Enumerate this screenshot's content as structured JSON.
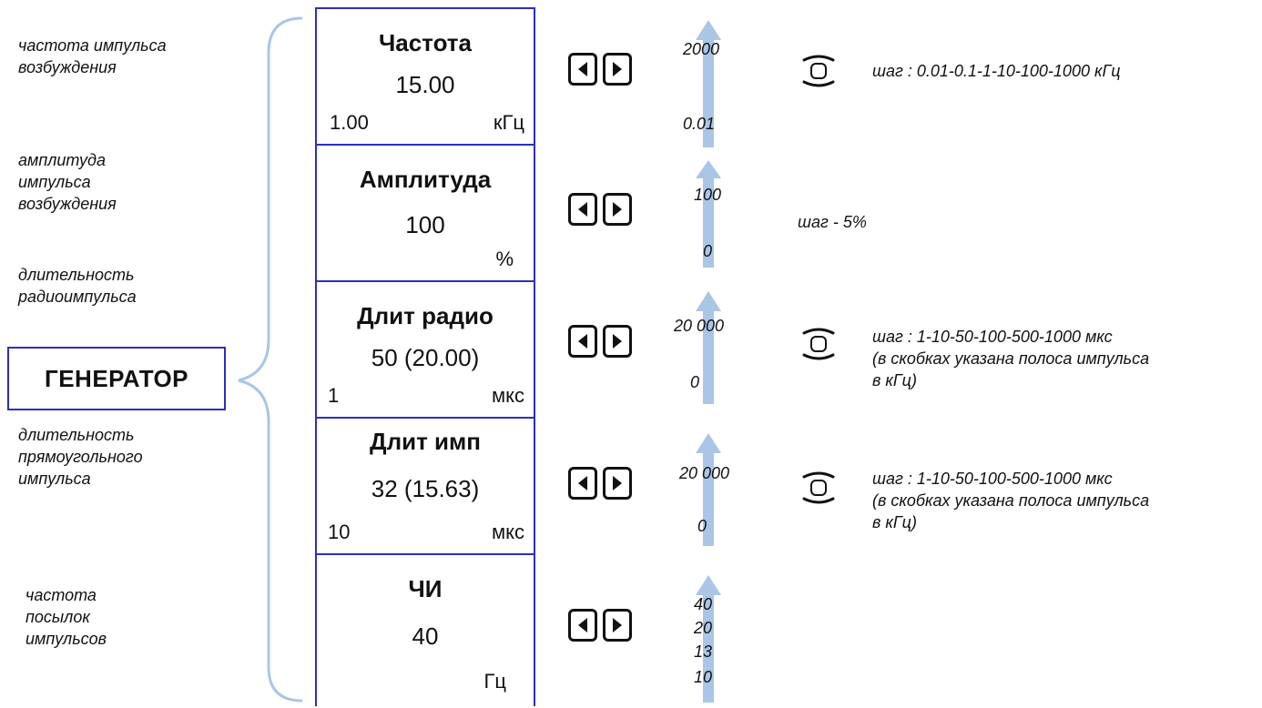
{
  "generator_label": "ГЕНЕРАТОР",
  "notes": {
    "frequency": "частота импульса\nвозбуждения",
    "amplitude": "амплитуда\nимпульса\nвозбуждения",
    "radio_duration": "длительность\nрадиоимпульса",
    "rect_duration": "длительность\nпрямоугольного\nимпульса",
    "prf": "частота\nпосылок\nимпульсов"
  },
  "params": [
    {
      "title": "Частота",
      "value": "15.00",
      "min": "1.00",
      "unit": "кГц",
      "range_max": "2000",
      "range_min": "0.01",
      "step": "шаг : 0.01-0.1-1-10-100-1000 кГц",
      "has_step_button": true
    },
    {
      "title": "Амплитуда",
      "value": "100",
      "min": "",
      "unit": "%",
      "range_max": "100",
      "range_min": "0",
      "step": "шаг - 5%",
      "has_step_button": false
    },
    {
      "title": "Длит радио",
      "value": "50 (20.00)",
      "min": "1",
      "unit": "мкс",
      "range_max": "20 000",
      "range_min": "0",
      "step": "шаг : 1-10-50-100-500-1000 мкс\n(в скобках указана полоса импульса\nв кГц)",
      "has_step_button": true
    },
    {
      "title": "Длит имп",
      "value": "32 (15.63)",
      "min": "10",
      "unit": "мкс",
      "range_max": "20 000",
      "range_min": "0",
      "step": "шаг : 1-10-50-100-500-1000 мкс\n(в скобках указана полоса импульса\nв кГц)",
      "has_step_button": true
    },
    {
      "title": "ЧИ",
      "value": "40",
      "min": "",
      "unit": "Гц",
      "range_values": [
        "40",
        "20",
        "13",
        "10"
      ]
    }
  ],
  "colors": {
    "panel_border": "#2b2fbf",
    "slider_arrow": "#a9c6e6",
    "brace": "#a9c6e6"
  }
}
